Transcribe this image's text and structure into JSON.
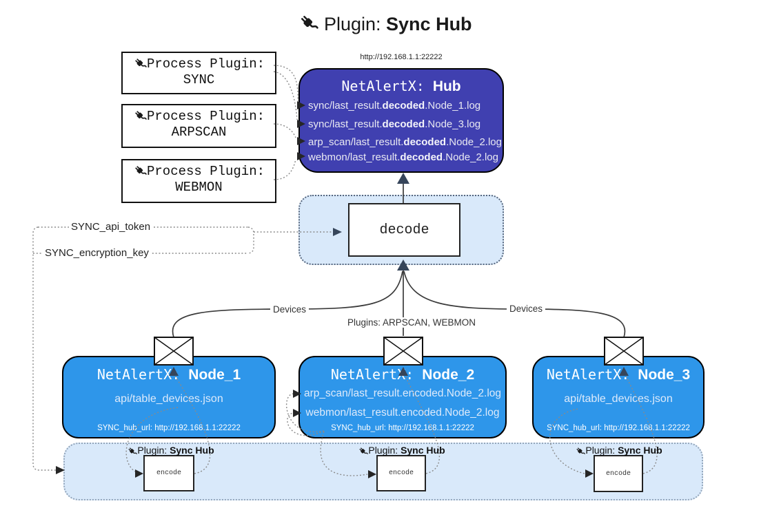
{
  "title": {
    "prefix": "Plugin:",
    "name": "Sync Hub"
  },
  "colors": {
    "hub_fill": "#4040b0",
    "node_fill": "#2e96ea",
    "container_fill": "#d9e9fa",
    "container_border": "#93a5ba",
    "arrow_dark": "#36455a"
  },
  "process_plugins": [
    {
      "label": "Process Plugin:",
      "name": "SYNC"
    },
    {
      "label": "Process Plugin:",
      "name": "ARPSCAN"
    },
    {
      "label": "Process Plugin:",
      "name": "WEBMON"
    }
  ],
  "hub": {
    "url": "http://192.168.1.1:22222",
    "title_prefix": "NetAlertX: ",
    "title_name": "Hub",
    "logs": [
      {
        "pre": "sync/last_result.",
        "bold": "decoded",
        "post": ".Node_1.log"
      },
      {
        "pre": "sync/last_result.",
        "bold": "decoded",
        "post": ".Node_3.log"
      },
      {
        "pre": "arp_scan/last_result.",
        "bold": "decoded",
        "post": ".Node_2.log"
      },
      {
        "pre": "webmon/last_result.",
        "bold": "decoded",
        "post": ".Node_2.log"
      }
    ]
  },
  "decode": {
    "label": "decode"
  },
  "settings": {
    "api_token": "SYNC_api_token",
    "encryption_key": "SYNC_encryption_key"
  },
  "edges": {
    "devices_left": "Devices",
    "devices_right": "Devices",
    "plugins_mid": "Plugins: ARPSCAN, WEBMON"
  },
  "nodes": [
    {
      "title_prefix": "NetAlertX: ",
      "title_name": "Node_1",
      "files": [
        "api/table_devices.json"
      ],
      "hub_url": "SYNC_hub_url: http://192.168.1.1:22222"
    },
    {
      "title_prefix": "NetAlertX: ",
      "title_name": "Node_2",
      "files": [
        "arp_scan/last_result.encoded.Node_2.log",
        "webmon/last_result.encoded.Node_2.log"
      ],
      "hub_url": "SYNC_hub_url: http://192.168.1.1:22222"
    },
    {
      "title_prefix": "NetAlertX: ",
      "title_name": "Node_3",
      "files": [
        "api/table_devices.json"
      ],
      "hub_url": "SYNC_hub_url: http://192.168.1.1:22222"
    }
  ],
  "encode_units": [
    {
      "plugin_prefix": "Plugin: ",
      "plugin_name": "Sync Hub",
      "label": "encode"
    },
    {
      "plugin_prefix": "Plugin: ",
      "plugin_name": "Sync Hub",
      "label": "encode"
    },
    {
      "plugin_prefix": "Plugin: ",
      "plugin_name": "Sync Hub",
      "label": "encode"
    }
  ]
}
